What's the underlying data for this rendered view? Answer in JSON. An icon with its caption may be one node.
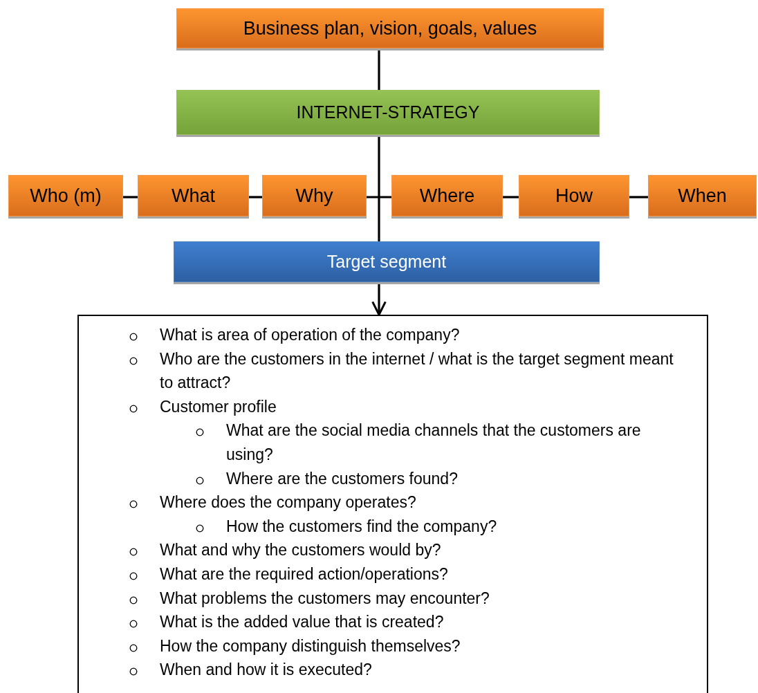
{
  "diagram": {
    "nodes": [
      {
        "text": [
          "Business plan, vision, goals, values"
        ]
      },
      {
        "text": [
          "INTERNET-STRATEGY"
        ]
      },
      {
        "text": [
          "Who (m)"
        ]
      },
      {
        "text": [
          "What"
        ]
      },
      {
        "text": [
          "Why"
        ]
      },
      {
        "text": [
          "Where"
        ]
      },
      {
        "text": [
          "How"
        ]
      },
      {
        "text": [
          "When"
        ]
      },
      {
        "text": [
          "Target segment"
        ]
      },
      {
        "text": [
          "What is area of operation of the company?",
          "Who are the customers in the internet / what is the target segment meant to attract?",
          "Customer profile",
          "What are the social media channels that the customers are using?",
          "Where are the customers found?",
          "Where does the company operates?",
          "How the customers find the company?",
          "What and why the customers would by?",
          "What are the required action/operations?",
          "What problems the customers may encounter?",
          "What is the added value that is created?",
          "How the company distinguish themselves?",
          "When and how it is executed?"
        ]
      }
    ],
    "edges": [
      {
        "from": 0,
        "to": 1,
        "arrow": "none"
      },
      {
        "from": 1,
        "to": 8,
        "arrow": "none"
      },
      {
        "from": 2,
        "to": 3,
        "arrow": "none"
      },
      {
        "from": 3,
        "to": 4,
        "arrow": "none"
      },
      {
        "from": 4,
        "to": 5,
        "arrow": "none"
      },
      {
        "from": 5,
        "to": 6,
        "arrow": "none"
      },
      {
        "from": 6,
        "to": 7,
        "arrow": "none"
      },
      {
        "from": 8,
        "to": 9,
        "arrow": "to"
      }
    ]
  }
}
